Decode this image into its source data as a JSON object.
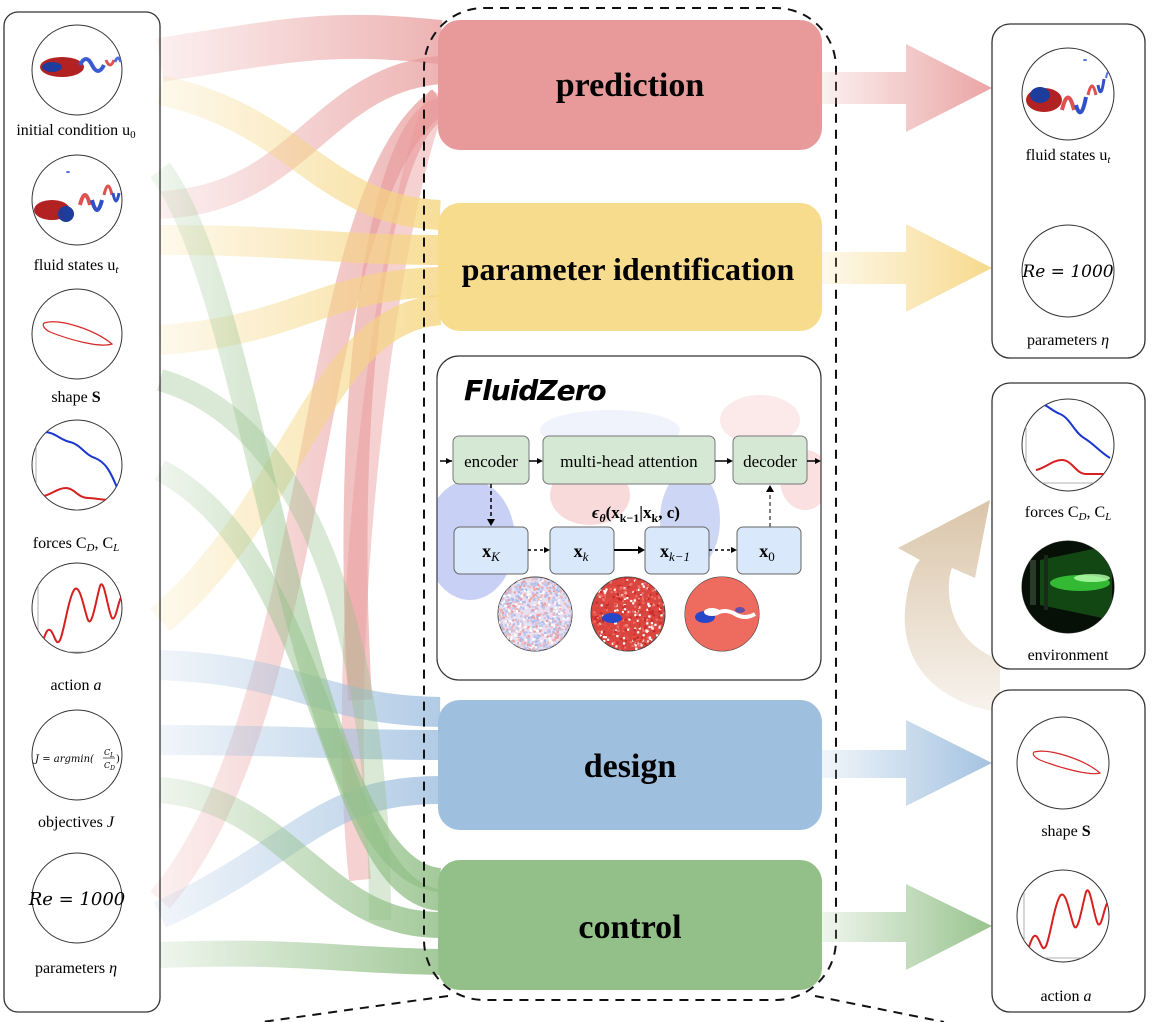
{
  "tasks": {
    "prediction": "prediction",
    "parameter_identification": "parameter identification",
    "design": "design",
    "control": "control"
  },
  "inputs": {
    "initial_condition": "initial condition u",
    "initial_condition_sub": "0",
    "fluid_states": "fluid states u",
    "fluid_states_sub": "t",
    "shape": "shape ",
    "shape_sym": "S",
    "forces": "forces C",
    "forces_sub1": "D",
    "forces_mid": ", C",
    "forces_sub2": "L",
    "action": "action ",
    "action_sym": "a",
    "objectives": "objectives ",
    "objectives_sym": "J",
    "objective_formula_left": "J = argmin(",
    "objective_formula_num": "C",
    "objective_formula_num_sub": "L",
    "objective_formula_den": "C",
    "objective_formula_den_sub": "D",
    "objective_formula_right": ")",
    "parameters": "parameters ",
    "parameters_sym": "η",
    "re_value": "Re = 1000"
  },
  "outputs": {
    "fluid_states": "fluid states u",
    "fluid_states_sub": "t",
    "re_value": "Re = 1000",
    "parameters": "parameters ",
    "parameters_sym": "η",
    "forces": "forces C",
    "forces_sub1": "D",
    "forces_mid": ", C",
    "forces_sub2": "L",
    "environment": "environment",
    "shape": "shape ",
    "shape_sym": "S",
    "action": "action ",
    "action_sym": "a"
  },
  "model": {
    "title": "FluidZero",
    "encoder": "encoder",
    "attention": "multi-head attention",
    "decoder": "decoder",
    "epsilon_formula": "ϵθ(xk−1|xk, c)",
    "x_K": "x",
    "x_K_sub": "K",
    "x_k": "x",
    "x_k_sub": "k",
    "x_km1": "x",
    "x_km1_sub": "k−1",
    "x_0": "x",
    "x_0_sub": "0"
  },
  "colors": {
    "prediction": "#e89a9a",
    "parameter_identification": "#f8dc8e",
    "design": "#9fbfdf",
    "control": "#93c088",
    "vortex_red": "#c0392b",
    "vortex_blue": "#1f4fb5",
    "force_blue": "#1a35d0",
    "force_red": "#d61f1f"
  }
}
